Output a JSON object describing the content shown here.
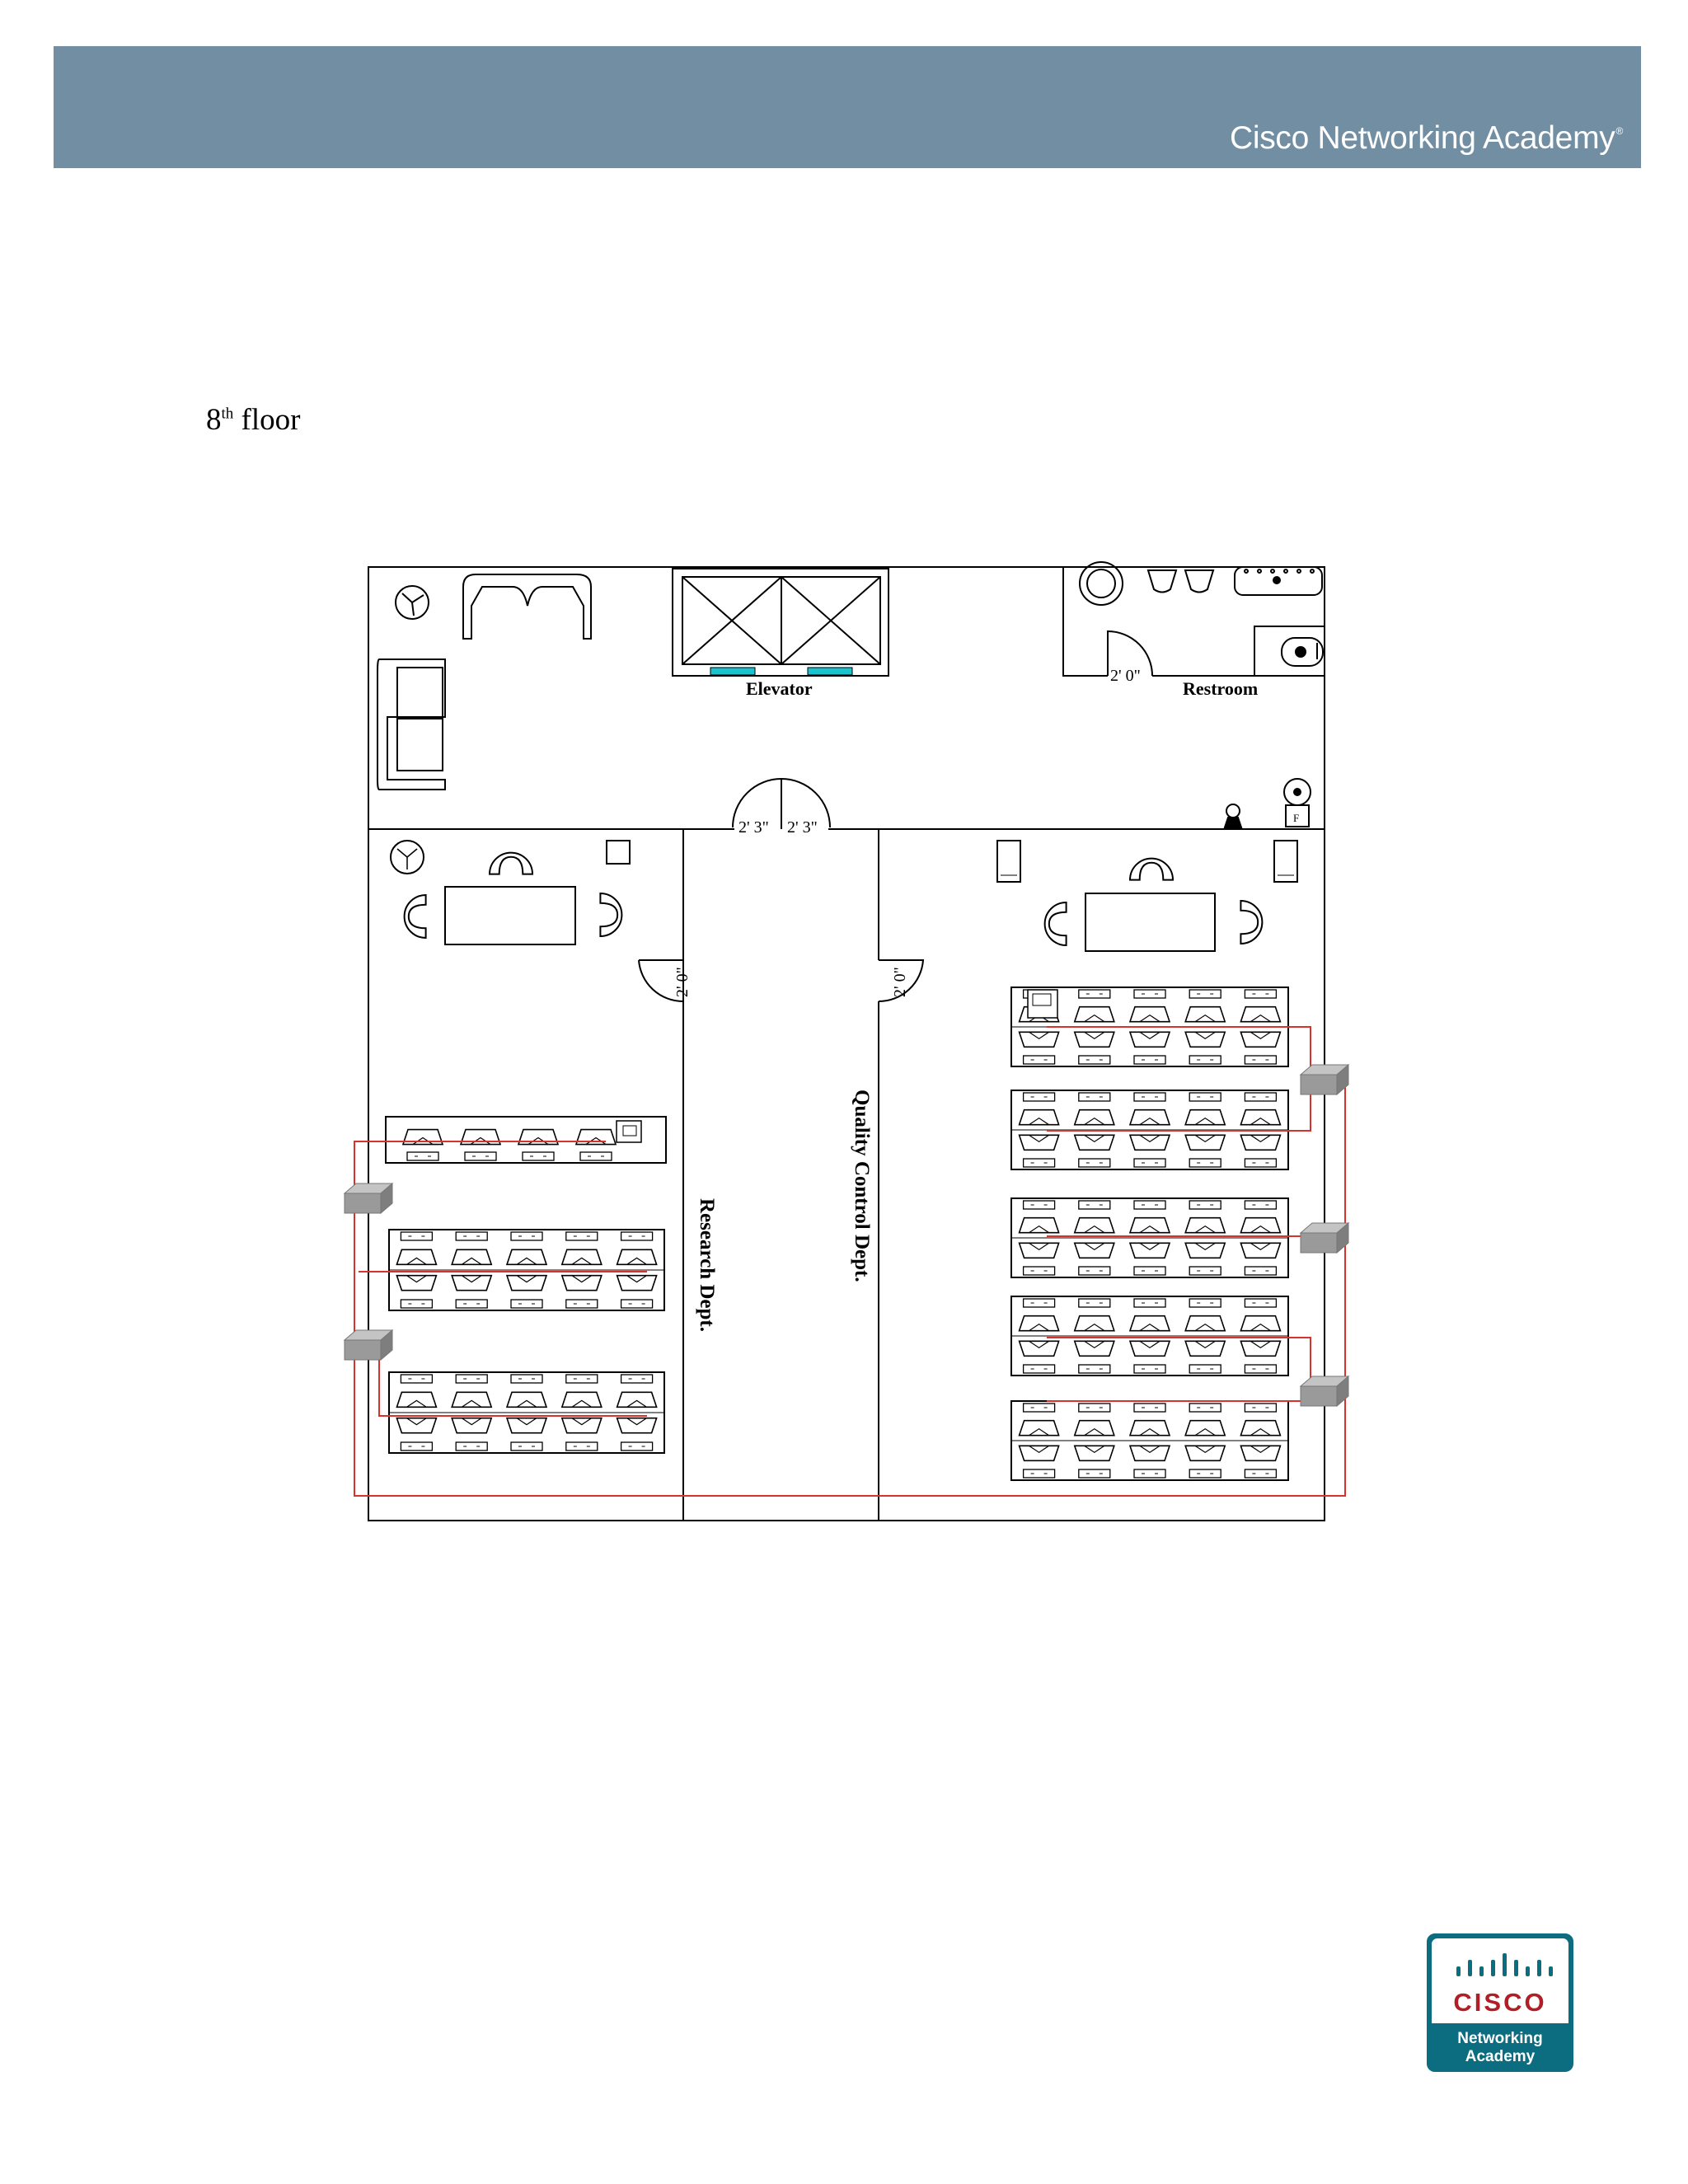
{
  "header": {
    "title": "Cisco Networking Academy",
    "reg_mark": "®"
  },
  "floor": {
    "number": "8",
    "suffix": "th",
    "word": "floor"
  },
  "plan": {
    "labels": {
      "elevator": "Elevator",
      "restroom": "Restroom",
      "research": "Research Dept.",
      "quality": "Quality Control Dept.",
      "fire_sign": "F"
    },
    "dimensions": {
      "restroom_door": "2' 0\"",
      "entry_left": "2' 3\"",
      "entry_right": "2' 3\"",
      "research_door": "2' 0\"",
      "quality_door": "2' 0\""
    },
    "colors": {
      "wall": "#000000",
      "cable": "#d9312b",
      "switch": "#9a9a9a",
      "elevator_door": "#19c4cf"
    }
  },
  "logo": {
    "word": "CISCO",
    "line1": "Networking",
    "line2": "Academy"
  }
}
